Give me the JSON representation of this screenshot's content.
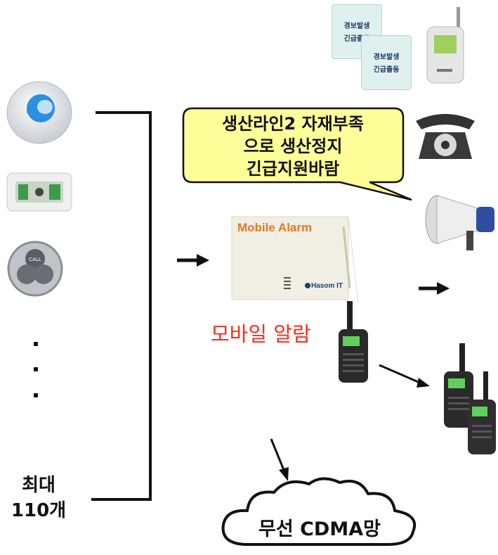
{
  "devices_max": {
    "line1": "최대",
    "line2": "110개"
  },
  "callout": {
    "line1": "생산라인2 자재부족",
    "line2": "으로 생산정지",
    "line3": "긴급지원바람"
  },
  "mobile_alarm_box": {
    "brand": "Mobile Alarm",
    "maker": "Hasom IT"
  },
  "mobile_alarm_label": "모바일 알람",
  "pager_cards": {
    "line1": "경보발생",
    "line2": "긴급출동"
  },
  "network_cloud_label": "무선 CDMA망",
  "colors": {
    "callout_fill": "#ffff99",
    "alarm_label": "#ff2a1a",
    "line": "#111111"
  }
}
